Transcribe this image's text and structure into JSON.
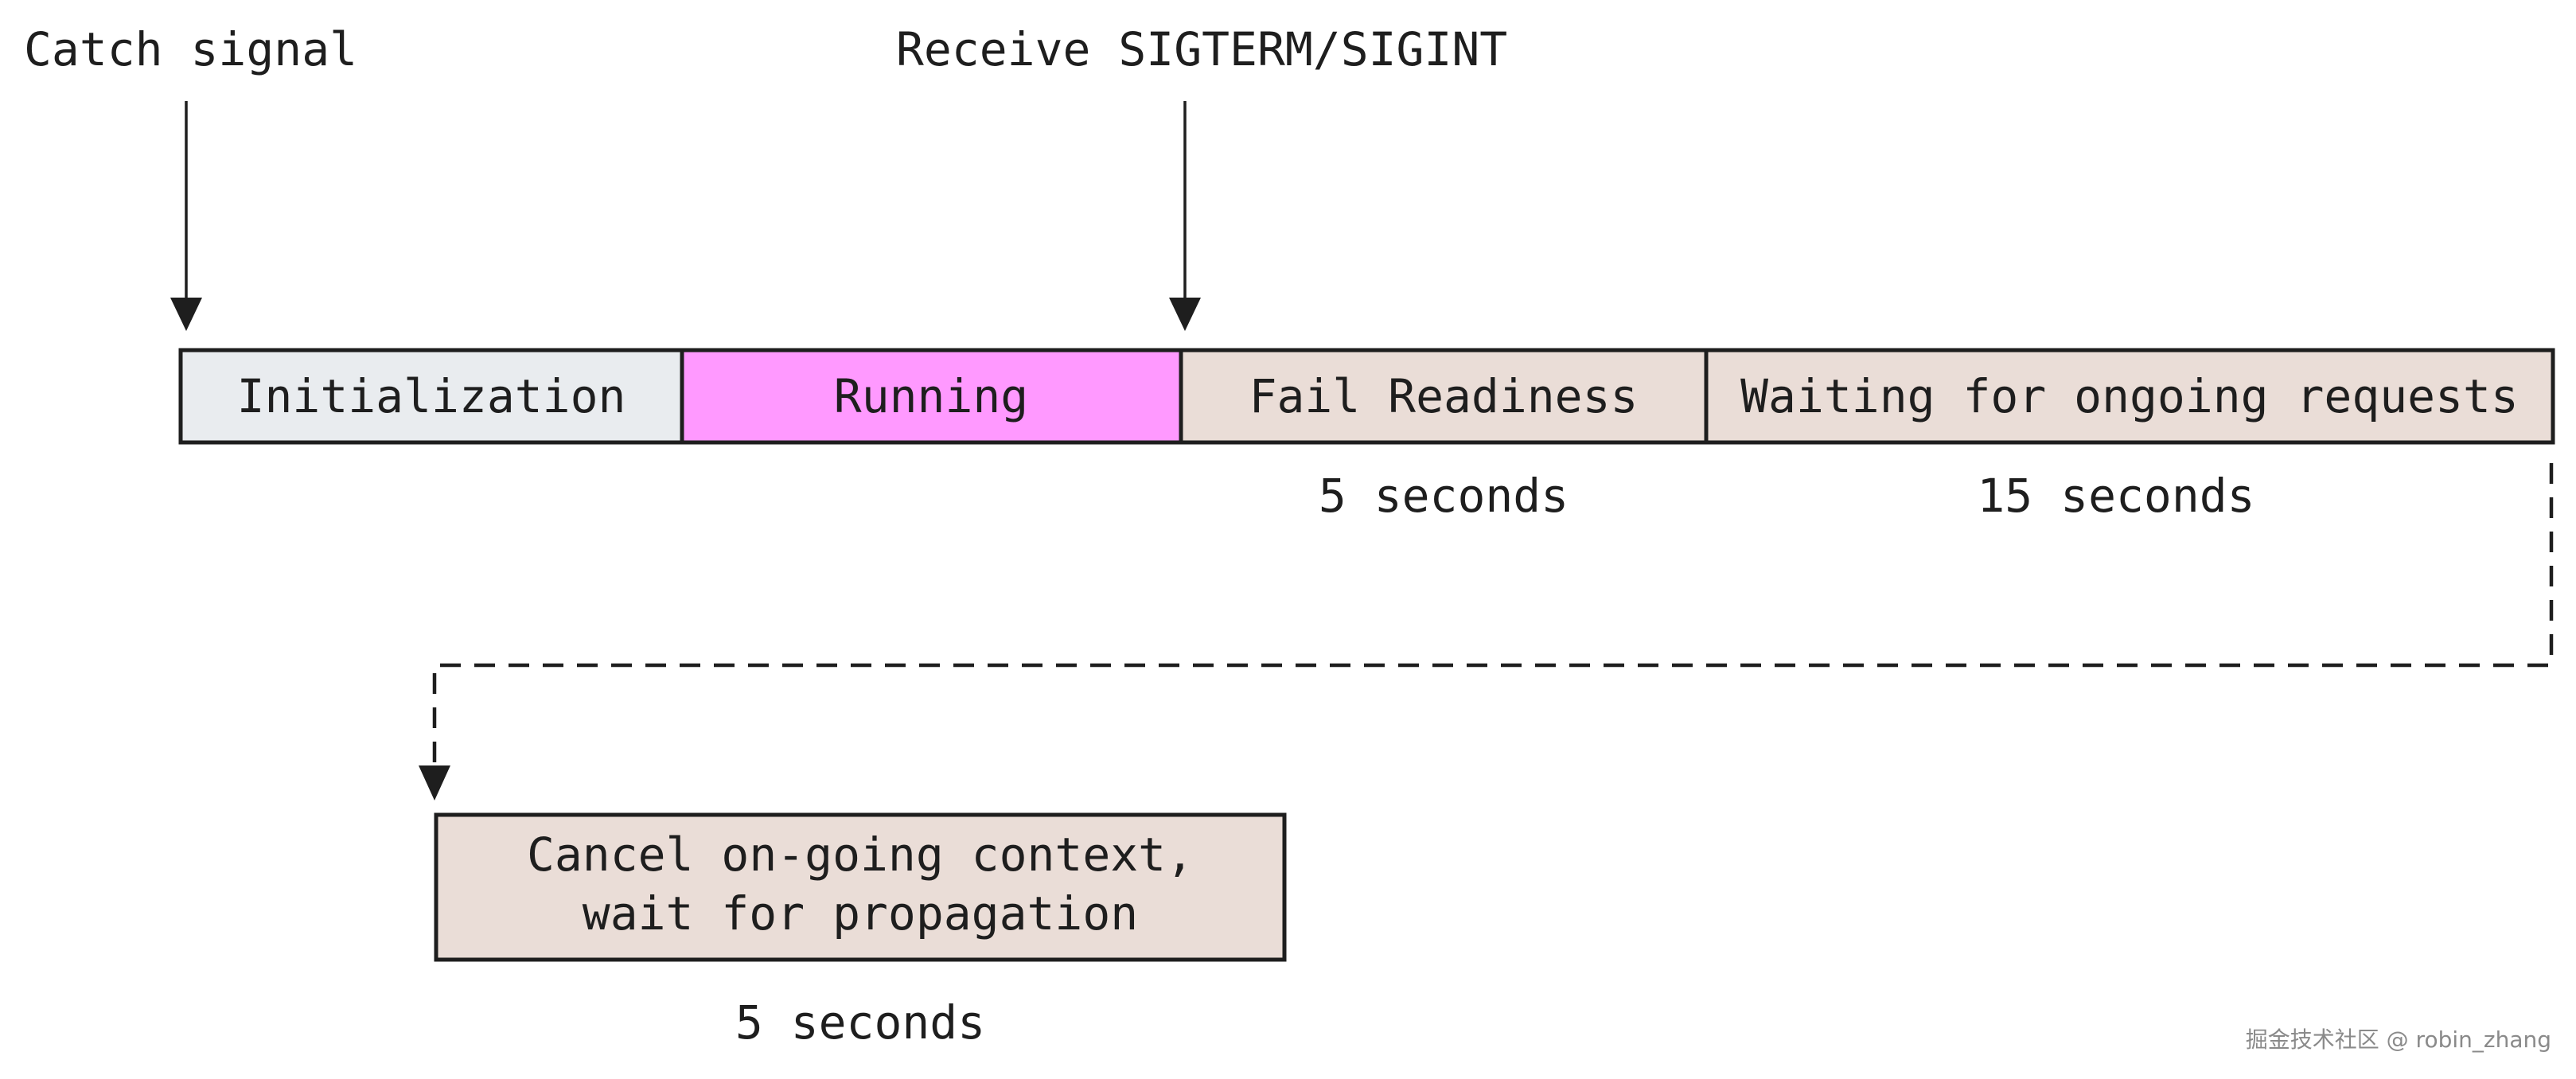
{
  "annotations": {
    "catch_signal": "Catch signal",
    "receive_signal": "Receive SIGTERM/SIGINT"
  },
  "timeline": {
    "segments": [
      {
        "label": "Initialization",
        "fill": "#e9ecef"
      },
      {
        "label": "Running",
        "fill": "#ff99ff"
      },
      {
        "label": "Fail Readiness",
        "fill": "#eaddd7",
        "duration": "5 seconds"
      },
      {
        "label": "Waiting for ongoing requests",
        "fill": "#eaddd7",
        "duration": "15 seconds"
      }
    ]
  },
  "cancel_step": {
    "line1": "Cancel on-going context,",
    "line2": "wait for propagation",
    "fill": "#eaddd7",
    "duration": "5 seconds"
  },
  "watermark": "掘金技术社区 @ robin_zhang"
}
